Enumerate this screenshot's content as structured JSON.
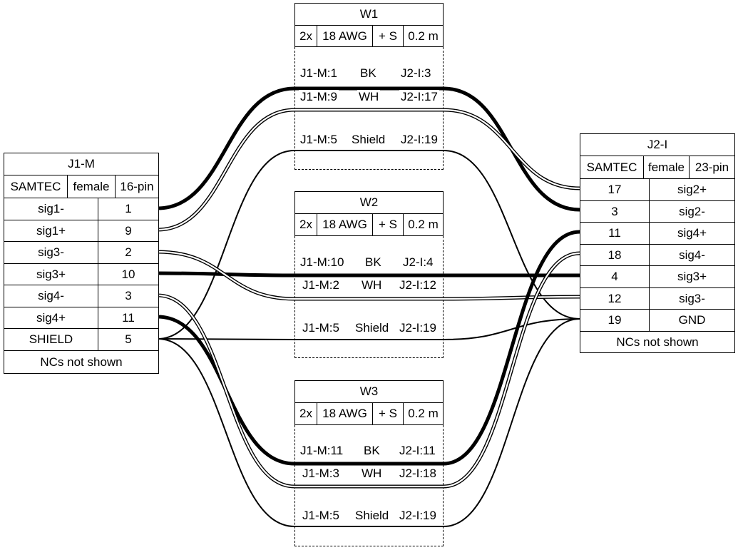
{
  "connectors": {
    "j1": {
      "name": "J1-M",
      "meta": [
        "SAMTEC",
        "female",
        "16-pin"
      ],
      "pins": [
        {
          "signal": "sig1-",
          "pin": "1"
        },
        {
          "signal": "sig1+",
          "pin": "9"
        },
        {
          "signal": "sig3-",
          "pin": "2"
        },
        {
          "signal": "sig3+",
          "pin": "10"
        },
        {
          "signal": "sig4-",
          "pin": "3"
        },
        {
          "signal": "sig4+",
          "pin": "11"
        },
        {
          "signal": "SHIELD",
          "pin": "5"
        }
      ],
      "footer": "NCs not shown"
    },
    "j2": {
      "name": "J2-I",
      "meta": [
        "SAMTEC",
        "female",
        "23-pin"
      ],
      "pins": [
        {
          "pin": "17",
          "signal": "sig2+"
        },
        {
          "pin": "3",
          "signal": "sig2-"
        },
        {
          "pin": "11",
          "signal": "sig4+"
        },
        {
          "pin": "18",
          "signal": "sig4-"
        },
        {
          "pin": "4",
          "signal": "sig3+"
        },
        {
          "pin": "12",
          "signal": "sig3-"
        },
        {
          "pin": "19",
          "signal": "GND"
        }
      ],
      "footer": "NCs not shown"
    }
  },
  "cables": [
    {
      "name": "W1",
      "specs": [
        "2x",
        "18 AWG",
        "+ S",
        "0.2 m"
      ],
      "wires": [
        {
          "from": "J1-M:1",
          "color": "BK",
          "to": "J2-I:3",
          "style": "black"
        },
        {
          "from": "J1-M:9",
          "color": "WH",
          "to": "J2-I:17",
          "style": "white"
        },
        {
          "from": "J1-M:5",
          "color": "Shield",
          "to": "J2-I:19",
          "style": "shield"
        }
      ]
    },
    {
      "name": "W2",
      "specs": [
        "2x",
        "18 AWG",
        "+ S",
        "0.2 m"
      ],
      "wires": [
        {
          "from": "J1-M:10",
          "color": "BK",
          "to": "J2-I:4",
          "style": "black"
        },
        {
          "from": "J1-M:2",
          "color": "WH",
          "to": "J2-I:12",
          "style": "white"
        },
        {
          "from": "J1-M:5",
          "color": "Shield",
          "to": "J2-I:19",
          "style": "shield"
        }
      ]
    },
    {
      "name": "W3",
      "specs": [
        "2x",
        "18 AWG",
        "+ S",
        "0.2 m"
      ],
      "wires": [
        {
          "from": "J1-M:11",
          "color": "BK",
          "to": "J2-I:11",
          "style": "black"
        },
        {
          "from": "J1-M:3",
          "color": "WH",
          "to": "J2-I:18",
          "style": "white"
        },
        {
          "from": "J1-M:5",
          "color": "Shield",
          "to": "J2-I:19",
          "style": "shield"
        }
      ]
    }
  ],
  "colors": {
    "line": "#000000",
    "background": "#ffffff"
  }
}
